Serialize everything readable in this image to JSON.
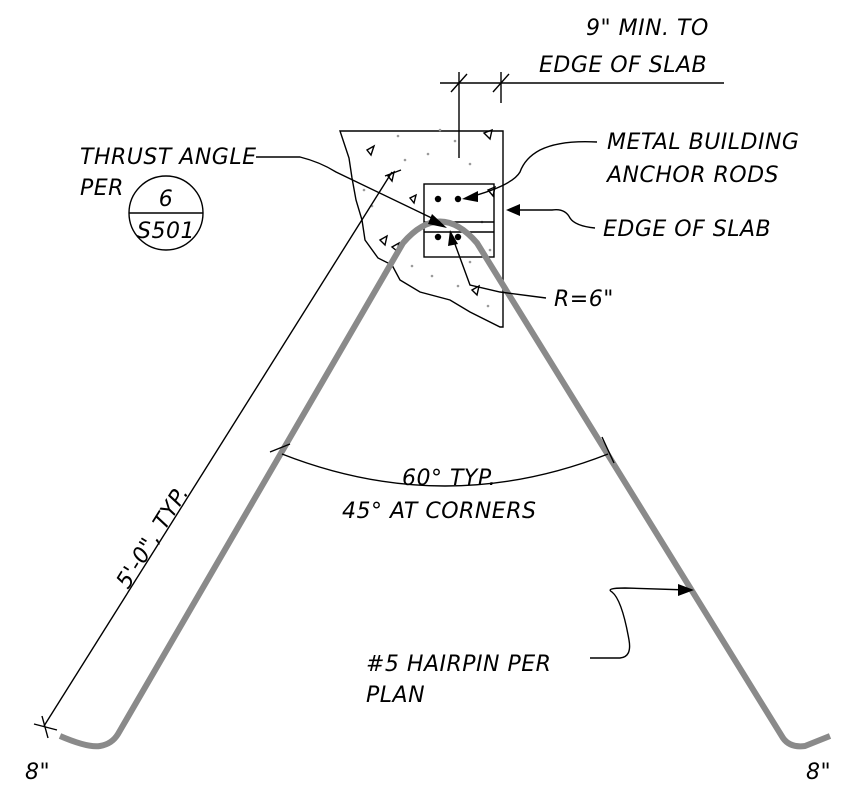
{
  "notes": {
    "clearance_line1": "9\" MIN. TO",
    "clearance_line2": "EDGE OF SLAB",
    "thrust_line1": "THRUST ANGLE",
    "thrust_line2": "PER",
    "anchor_line1": "METAL BUILDING",
    "anchor_line2": "ANCHOR RODS",
    "edge_of_slab": "EDGE OF SLAB",
    "radius": "R=6\"",
    "angle_line1": "60° TYP.",
    "angle_line2": "45° AT CORNERS",
    "length": "5'-0\", TYP.",
    "hairpin_line1": "#5 HAIRPIN PER",
    "hairpin_line2": "PLAN",
    "leg_left": "8\"",
    "leg_right": "8\""
  },
  "detail_callout": {
    "number": "6",
    "sheet": "S501"
  },
  "colors": {
    "rebar": "#8a8a8a",
    "linework": "#000000",
    "background": "#ffffff"
  }
}
